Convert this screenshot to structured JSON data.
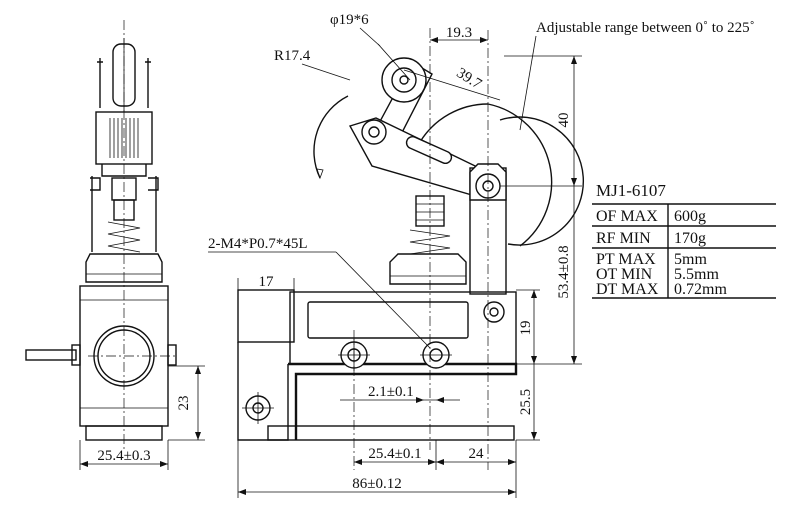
{
  "dimensions": {
    "roller_dia": "φ19*6",
    "arm_radius": "R17.4",
    "offset_19_3": "19.3",
    "adjust_note": "Adjustable range between 0˚ to 225˚",
    "arm_len": "39.7",
    "height_40": "40",
    "screw": "2-M4*P0.7*45L",
    "width_17": "17",
    "height_53_4": "53.4±0.8",
    "height_19": "19",
    "height_25_5": "25.5",
    "hole_2_1": "2.1±0.1",
    "height_23": "23",
    "width_25_4_side": "25.4±0.3",
    "pitch_25_4": "25.4±0.1",
    "width_24": "24",
    "length_86": "86±0.12"
  },
  "spec_table": {
    "model": "MJ1-6107",
    "rows": [
      {
        "label": "OF MAX",
        "value": "600g"
      },
      {
        "label": "RF MIN",
        "value": "170g"
      }
    ],
    "group": {
      "labels": [
        "PT MAX",
        "OT MIN",
        "DT MAX"
      ],
      "values": [
        "5mm",
        "5.5mm",
        "0.72mm"
      ]
    }
  }
}
